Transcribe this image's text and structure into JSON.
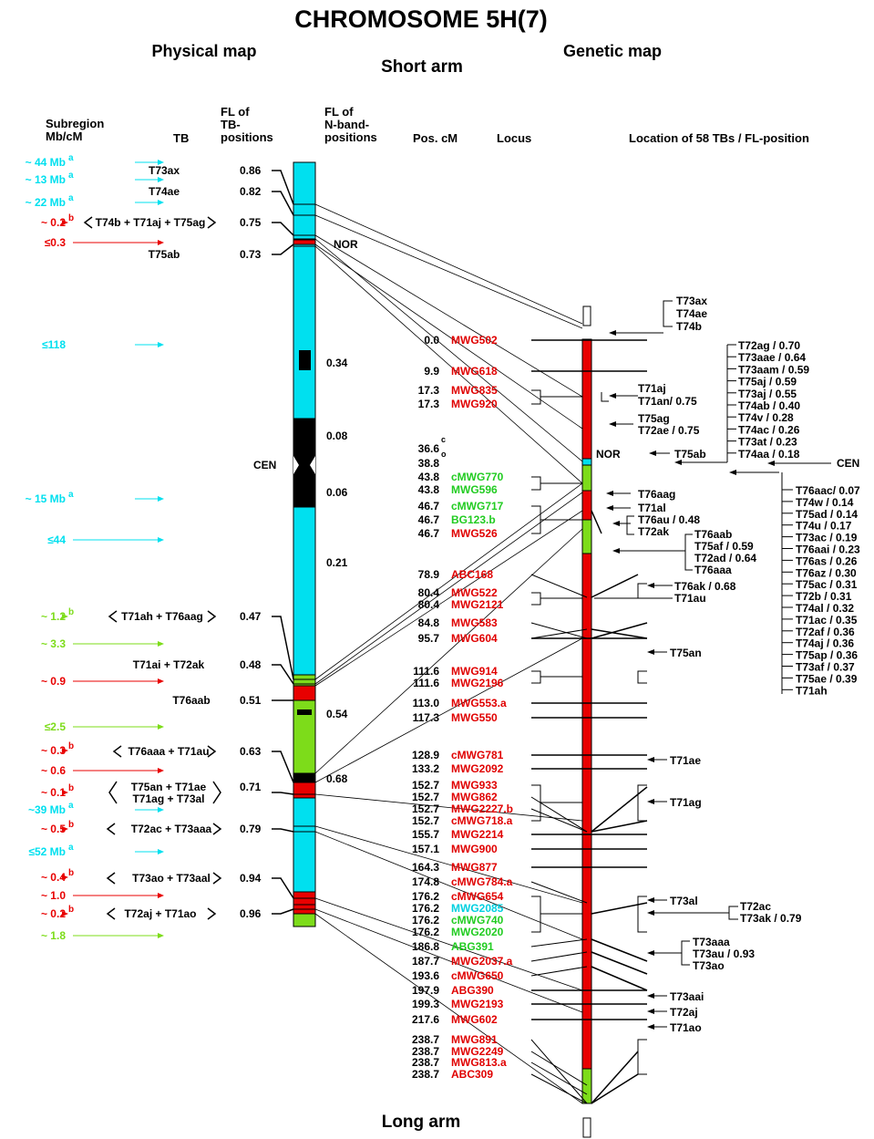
{
  "title": "CHROMOSOME 5H(7)",
  "headers": {
    "physical_map": "Physical map",
    "short_arm": "Short arm",
    "genetic_map": "Genetic map",
    "long_arm": "Long arm",
    "subregion": [
      "Subregion",
      "Mb/cM"
    ],
    "tb": "TB",
    "fl_tb": [
      "FL of",
      "TB-",
      "positions"
    ],
    "fl_nband": [
      "FL of",
      "N-band-",
      "positions"
    ],
    "pos_cm": "Pos. cM",
    "locus": "Locus",
    "location": "Location of 58 TBs / FL-position"
  },
  "colors": {
    "cyan": "#00e0ef",
    "red": "#e80000",
    "green": "#7ddc1a",
    "black": "#000000",
    "locus_red": "#e00000",
    "locus_green": "#22cc22",
    "locus_cyan": "#00d0e0"
  },
  "subregions": [
    {
      "text": "~ 44 Mb",
      "sup": "a",
      "color": "cyan"
    },
    {
      "text": "~ 13 Mb",
      "sup": "a",
      "color": "cyan"
    },
    {
      "text": "~ 22 Mb",
      "sup": "a",
      "color": "cyan"
    },
    {
      "text": "~ 0.2",
      "sup": "b",
      "color": "red"
    },
    {
      "text": "≤0.3",
      "sup": "",
      "color": "red"
    },
    {
      "text": "≤118",
      "sup": "",
      "color": "cyan"
    },
    {
      "text": "~ 15 Mb",
      "sup": "a",
      "color": "cyan"
    },
    {
      "text": "≤44",
      "sup": "",
      "color": "cyan"
    },
    {
      "text": "~ 1.2",
      "sup": "b",
      "color": "green"
    },
    {
      "text": "~ 3.3",
      "sup": "",
      "color": "green"
    },
    {
      "text": "~ 0.9",
      "sup": "",
      "color": "red"
    },
    {
      "text": "≤2.5",
      "sup": "",
      "color": "green"
    },
    {
      "text": "~ 0.3",
      "sup": "b",
      "color": "red"
    },
    {
      "text": "~ 0.6",
      "sup": "",
      "color": "red"
    },
    {
      "text": "~ 0.1",
      "sup": "b",
      "color": "red"
    },
    {
      "text": "~39 Mb",
      "sup": "a",
      "color": "cyan"
    },
    {
      "text": "~ 0.5",
      "sup": "b",
      "color": "red"
    },
    {
      "text": "≤52 Mb",
      "sup": "a",
      "color": "cyan"
    },
    {
      "text": "~ 0.4",
      "sup": "b",
      "color": "red"
    },
    {
      "text": "~ 1.0",
      "sup": "",
      "color": "red"
    },
    {
      "text": "~ 0.2",
      "sup": "b",
      "color": "red"
    },
    {
      "text": "~ 1.8",
      "sup": "",
      "color": "green"
    }
  ],
  "tb_rows": [
    {
      "tb": "T73ax",
      "fl": "0.86"
    },
    {
      "tb": "T74ae",
      "fl": "0.82"
    },
    {
      "tb": "T74b + T71aj + T75ag",
      "fl": "0.75"
    },
    {
      "tb": "T75ab",
      "fl": "0.73"
    },
    {
      "tb": "T71ah + T76aag",
      "fl": "0.47"
    },
    {
      "tb": "T71ai + T72ak",
      "fl": "0.48"
    },
    {
      "tb": "T76aab",
      "fl": "0.51"
    },
    {
      "tb": "T76aaa + T71au",
      "fl": "0.63"
    },
    {
      "tb": "T75an + T71ae",
      "fl": "0.71"
    },
    {
      "tb": "T71ag + T73al",
      "fl": ""
    },
    {
      "tb": "T72ac + T73aaa",
      "fl": "0.79"
    },
    {
      "tb": "T73ao + T73aal",
      "fl": "0.94"
    },
    {
      "tb": "T72aj + T71ao",
      "fl": "0.96"
    }
  ],
  "nband_labels": [
    "NOR",
    "0.34",
    "0.08",
    "CEN",
    "0.06",
    "0.21",
    "0.54",
    "0.68"
  ],
  "loci": [
    {
      "pos": "0.0",
      "name": "MWG502",
      "color": "red"
    },
    {
      "pos": "9.9",
      "name": "MWG618",
      "color": "red"
    },
    {
      "pos": "17.3",
      "name": "MWG835",
      "color": "red"
    },
    {
      "pos": "17.3",
      "name": "MWG920",
      "color": "red"
    },
    {
      "pos": "36.6",
      "name": "",
      "color": "red"
    },
    {
      "pos": "38.8",
      "name": "",
      "color": "red"
    },
    {
      "pos": "43.8",
      "name": "cMWG770",
      "color": "green"
    },
    {
      "pos": "43.8",
      "name": "MWG596",
      "color": "green"
    },
    {
      "pos": "46.7",
      "name": "cMWG717",
      "color": "green"
    },
    {
      "pos": "46.7",
      "name": "BG123.b",
      "color": "green"
    },
    {
      "pos": "46.7",
      "name": "MWG526",
      "color": "red"
    },
    {
      "pos": "78.9",
      "name": "ABC168",
      "color": "red"
    },
    {
      "pos": "80.4",
      "name": "MWG522",
      "color": "red"
    },
    {
      "pos": "80.4",
      "name": "MWG2121",
      "color": "red"
    },
    {
      "pos": "84.8",
      "name": "MWG583",
      "color": "red"
    },
    {
      "pos": "95.7",
      "name": "MWG604",
      "color": "red"
    },
    {
      "pos": "111.6",
      "name": "MWG914",
      "color": "red"
    },
    {
      "pos": "111.6",
      "name": "MWG2196",
      "color": "red"
    },
    {
      "pos": "113.0",
      "name": "MWG553.a",
      "color": "red"
    },
    {
      "pos": "117.3",
      "name": "MWG550",
      "color": "red"
    },
    {
      "pos": "128.9",
      "name": "cMWG781",
      "color": "red"
    },
    {
      "pos": "133.2",
      "name": "MWG2092",
      "color": "red"
    },
    {
      "pos": "152.7",
      "name": "MWG933",
      "color": "red"
    },
    {
      "pos": "152.7",
      "name": "MWG862",
      "color": "red"
    },
    {
      "pos": "152.7",
      "name": "MWG2227.b",
      "color": "red"
    },
    {
      "pos": "152.7",
      "name": "cMWG718.a",
      "color": "red"
    },
    {
      "pos": "155.7",
      "name": "MWG2214",
      "color": "red"
    },
    {
      "pos": "157.1",
      "name": "MWG900",
      "color": "red"
    },
    {
      "pos": "164.3",
      "name": "MWG877",
      "color": "red"
    },
    {
      "pos": "174.8",
      "name": "cMWG784.a",
      "color": "red"
    },
    {
      "pos": "176.2",
      "name": "cMWG654",
      "color": "red"
    },
    {
      "pos": "176.2",
      "name": "MWG2085",
      "color": "cyan"
    },
    {
      "pos": "176.2",
      "name": "cMWG740",
      "color": "green"
    },
    {
      "pos": "176.2",
      "name": "MWG2020",
      "color": "green"
    },
    {
      "pos": "186.8",
      "name": "ABG391",
      "color": "green"
    },
    {
      "pos": "187.7",
      "name": "MWG2037.a",
      "color": "red"
    },
    {
      "pos": "193.6",
      "name": "cMWG650",
      "color": "red"
    },
    {
      "pos": "197.9",
      "name": "ABG390",
      "color": "red"
    },
    {
      "pos": "199.3",
      "name": "MWG2193",
      "color": "red"
    },
    {
      "pos": "217.6",
      "name": "MWG602",
      "color": "red"
    },
    {
      "pos": "238.7",
      "name": "MWG891",
      "color": "red"
    },
    {
      "pos": "238.7",
      "name": "MWG2249",
      "color": "red"
    },
    {
      "pos": "238.7",
      "name": "MWG813.a",
      "color": "red"
    },
    {
      "pos": "238.7",
      "name": "ABC309",
      "color": "red"
    }
  ],
  "genetic_labels": {
    "nor": "NOR",
    "cen": "CEN",
    "top_group": [
      "T73ax",
      "T74ae",
      "T74b"
    ],
    "t71aj_group": [
      "T71aj",
      "T71an/ 0.75"
    ],
    "t75ag_group": [
      "T75ag",
      "T72ae / 0.75"
    ],
    "t75ab": "T75ab",
    "t76aag": "T76aag",
    "t71al_group": [
      "T71al",
      "T76au / 0.48",
      "T72ak"
    ],
    "t76aab_group": [
      "T76aab",
      "T75af  / 0.59",
      "T72ad / 0.64",
      "T76aaa"
    ],
    "t76ak_group": [
      "T76ak / 0.68",
      "T71au"
    ],
    "t75an": "T75an",
    "t71ae": "T71ae",
    "t71ag": "T71ag",
    "t73al": "T73al",
    "t72ac_group": [
      "T72ac",
      "T73ak  / 0.79"
    ],
    "t73aaa_group": [
      "T73aaa",
      "T73au  / 0.93",
      "T73ao"
    ],
    "t73aai": "T73aai",
    "t72aj": "T72aj",
    "t71ao": "T71ao",
    "cen_group_upper": [
      "T72ag  / 0.70",
      "T73aae / 0.64",
      "T73aam / 0.59",
      "T75aj  / 0.59",
      "T73aj  / 0.55",
      "T74ab  / 0.40",
      "T74v   / 0.28",
      "T74ac  / 0.26",
      "T73at  / 0.23",
      "T74aa  / 0.18"
    ],
    "cen_group_lower": [
      "T76aac/ 0.07",
      "T74w  / 0.14",
      "T75ad / 0.14",
      "T74u  / 0.17",
      "T73ac / 0.19",
      "T76aai / 0.23",
      "T76as  / 0.26",
      "T76az  / 0.30",
      "T75ac / 0.31",
      "T72b   / 0.31",
      "T74al  / 0.32",
      "T71ac  / 0.35",
      "T72af  / 0.36",
      "T74aj  / 0.36",
      "T75ap / 0.36",
      "T73af  / 0.37",
      "T75ae / 0.39",
      "T71ah"
    ]
  }
}
